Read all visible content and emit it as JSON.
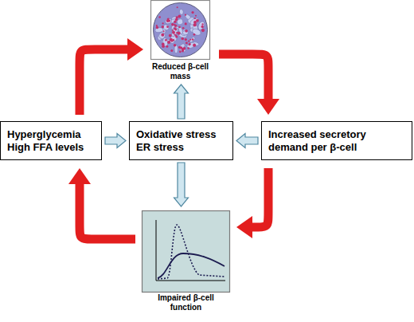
{
  "diagram": {
    "nodes": [
      {
        "text": [
          "Reduced β-cell mass"
        ]
      },
      {
        "text": [
          "Hyperglycemia High FFA levels"
        ]
      },
      {
        "text": [
          "Oxidative stress ER stress"
        ]
      },
      {
        "text": [
          "Increased secretory demand per β-cell"
        ]
      },
      {
        "text": [
          "Impaired β-cell function"
        ]
      }
    ],
    "edges": [
      {
        "from": 1,
        "to": 2,
        "arrow": "to"
      },
      {
        "from": 3,
        "to": 2,
        "arrow": "to"
      },
      {
        "from": 2,
        "to": 0,
        "arrow": "to"
      },
      {
        "from": 2,
        "to": 4,
        "arrow": "to"
      },
      {
        "from": 0,
        "to": 3,
        "arrow": "to"
      },
      {
        "from": 3,
        "to": 4,
        "arrow": "to"
      },
      {
        "from": 4,
        "to": 1,
        "arrow": "to"
      },
      {
        "from": 1,
        "to": 0,
        "arrow": "to"
      }
    ]
  }
}
